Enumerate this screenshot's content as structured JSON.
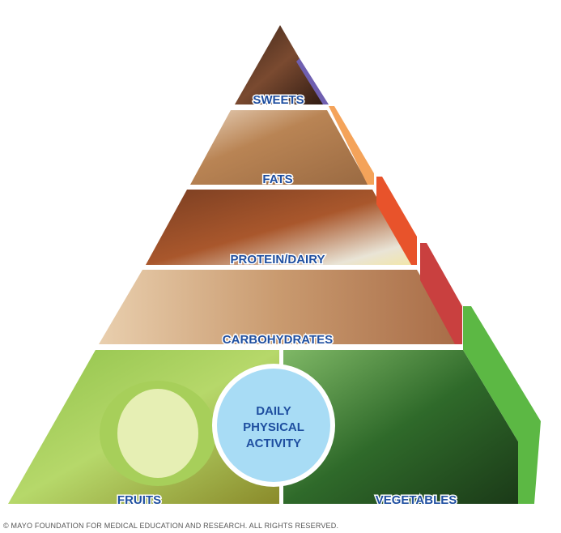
{
  "pyramid": {
    "tiers": [
      {
        "label": "SWEETS",
        "color": "#6f5fb0"
      },
      {
        "label": "FATS",
        "color": "#f4a35a"
      },
      {
        "label": "PROTEIN/DAIRY",
        "color": "#e8532b"
      },
      {
        "label": "CARBOHYDRATES",
        "color": "#c9403f"
      },
      {
        "label": "FRUITS",
        "color": "#5cb844"
      },
      {
        "label": "VEGETABLES",
        "color": "#5cb844"
      }
    ],
    "center_circle": {
      "lines": [
        "DAILY",
        "PHYSICAL",
        "ACTIVITY"
      ],
      "color": "#a8dcf5"
    }
  },
  "footer": {
    "copyright": "© MAYO FOUNDATION FOR MEDICAL EDUCATION AND RESEARCH. ALL RIGHTS RESERVED."
  }
}
